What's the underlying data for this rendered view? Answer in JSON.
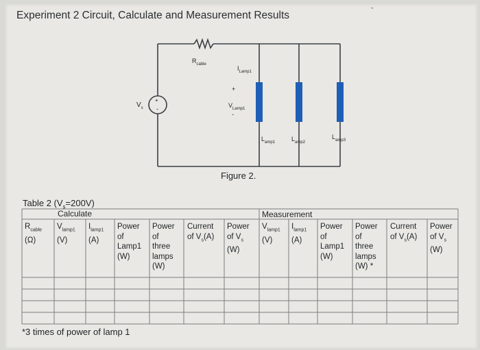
{
  "title": "Experiment 2 Circuit, Calculate and Measurement Results",
  "figure_caption": "Figure 2.",
  "circuit": {
    "r_cable": {
      "base": "R",
      "sub": "cable"
    },
    "i_lamp1": {
      "base": "I",
      "sub": "Lamp1"
    },
    "v_lamp1": {
      "base": "V",
      "sub": "Lamp1"
    },
    "plus": "+",
    "minus": "-",
    "source": {
      "base": "V",
      "sub": "s"
    },
    "source_plus": "+",
    "source_minus": "-",
    "lamp_labels": [
      {
        "base": "L",
        "sub": "amp1"
      },
      {
        "base": "L",
        "sub": "amp2"
      },
      {
        "base": "L",
        "sub": "amp3"
      }
    ]
  },
  "table": {
    "caption": {
      "pre": "Table 2 (V",
      "sub": "s",
      "post": "=200V)"
    },
    "group_calculate": "Calculate",
    "group_measurement": "Measurement",
    "headers": [
      {
        "l1": "R",
        "l1sub": "cable",
        "l2": "(Ω)"
      },
      {
        "l1": "V",
        "l1sub": "lamp1",
        "l2": "(V)"
      },
      {
        "l1": "I",
        "l1sub": "lamp1",
        "l2": "(A)"
      },
      {
        "l1": "Power",
        "l2": "of",
        "l3": "Lamp1",
        "l4": "(W)"
      },
      {
        "l1": "Power",
        "l2": "of",
        "l3": "three",
        "l4": "lamps",
        "l5": "(W)"
      },
      {
        "l1": "Current",
        "l2": "of V",
        "l2sub": "s",
        "l2post": "(A)"
      },
      {
        "l1": "Power",
        "l2": "of V",
        "l2sub": "s",
        "l3": "(W)"
      },
      {
        "l1": "V",
        "l1sub": "lamp1",
        "l2": "(V)"
      },
      {
        "l1": "I",
        "l1sub": "lamp1",
        "l2": "(A)"
      },
      {
        "l1": "Power",
        "l2": "of",
        "l3": "Lamp1",
        "l4": "(W)"
      },
      {
        "l1": "Power",
        "l2": "of",
        "l3": "three",
        "l4": "lamps",
        "l5": "(W) *"
      },
      {
        "l1": "Current",
        "l2": "of V",
        "l2sub": "s",
        "l2post": "(A)"
      },
      {
        "l1": "Power",
        "l2": "of V",
        "l2sub": "s",
        "l3": "(W)"
      }
    ],
    "body_rows": 4
  },
  "footnote": "*3 times of power of lamp 1"
}
